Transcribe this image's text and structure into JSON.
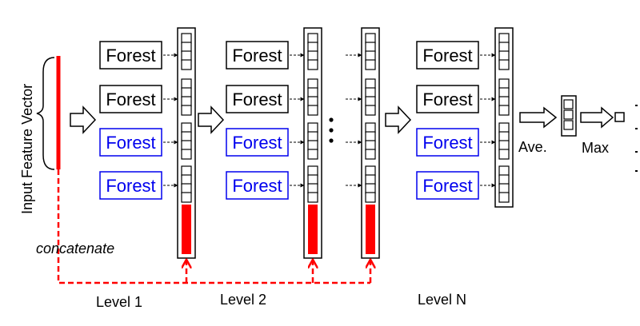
{
  "diagram": {
    "input_label": "Input Feature Vector",
    "concat_label": "concatenate",
    "forest_label": "Forest",
    "levels": [
      {
        "label": "Level 1"
      },
      {
        "label": "Level 2"
      },
      {
        "label": "Level N"
      }
    ],
    "average_label": "Ave.",
    "max_label": "Max",
    "colors": {
      "feature": "#ff0000",
      "concat_line": "#ff0000",
      "random_forest_border": "#000000",
      "completely_random_forest_border": "#0000ee",
      "completely_random_forest_text": "#0000ee"
    }
  }
}
